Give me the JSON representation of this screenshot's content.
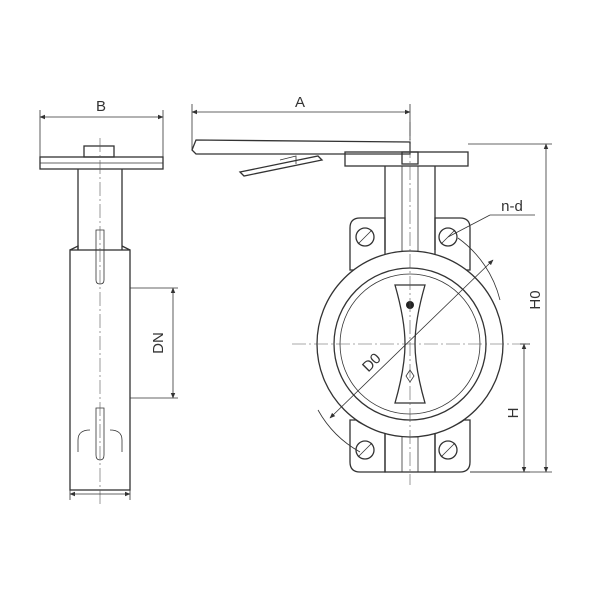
{
  "diagram": {
    "type": "butterfly valve dimension drawing",
    "labels": {
      "A": "A",
      "B": "B",
      "DN": "DN",
      "D0": "D0",
      "H": "H",
      "H0": "H0",
      "nd": "n-d"
    }
  },
  "colors": {
    "line": "#333333",
    "background": "#ffffff"
  }
}
